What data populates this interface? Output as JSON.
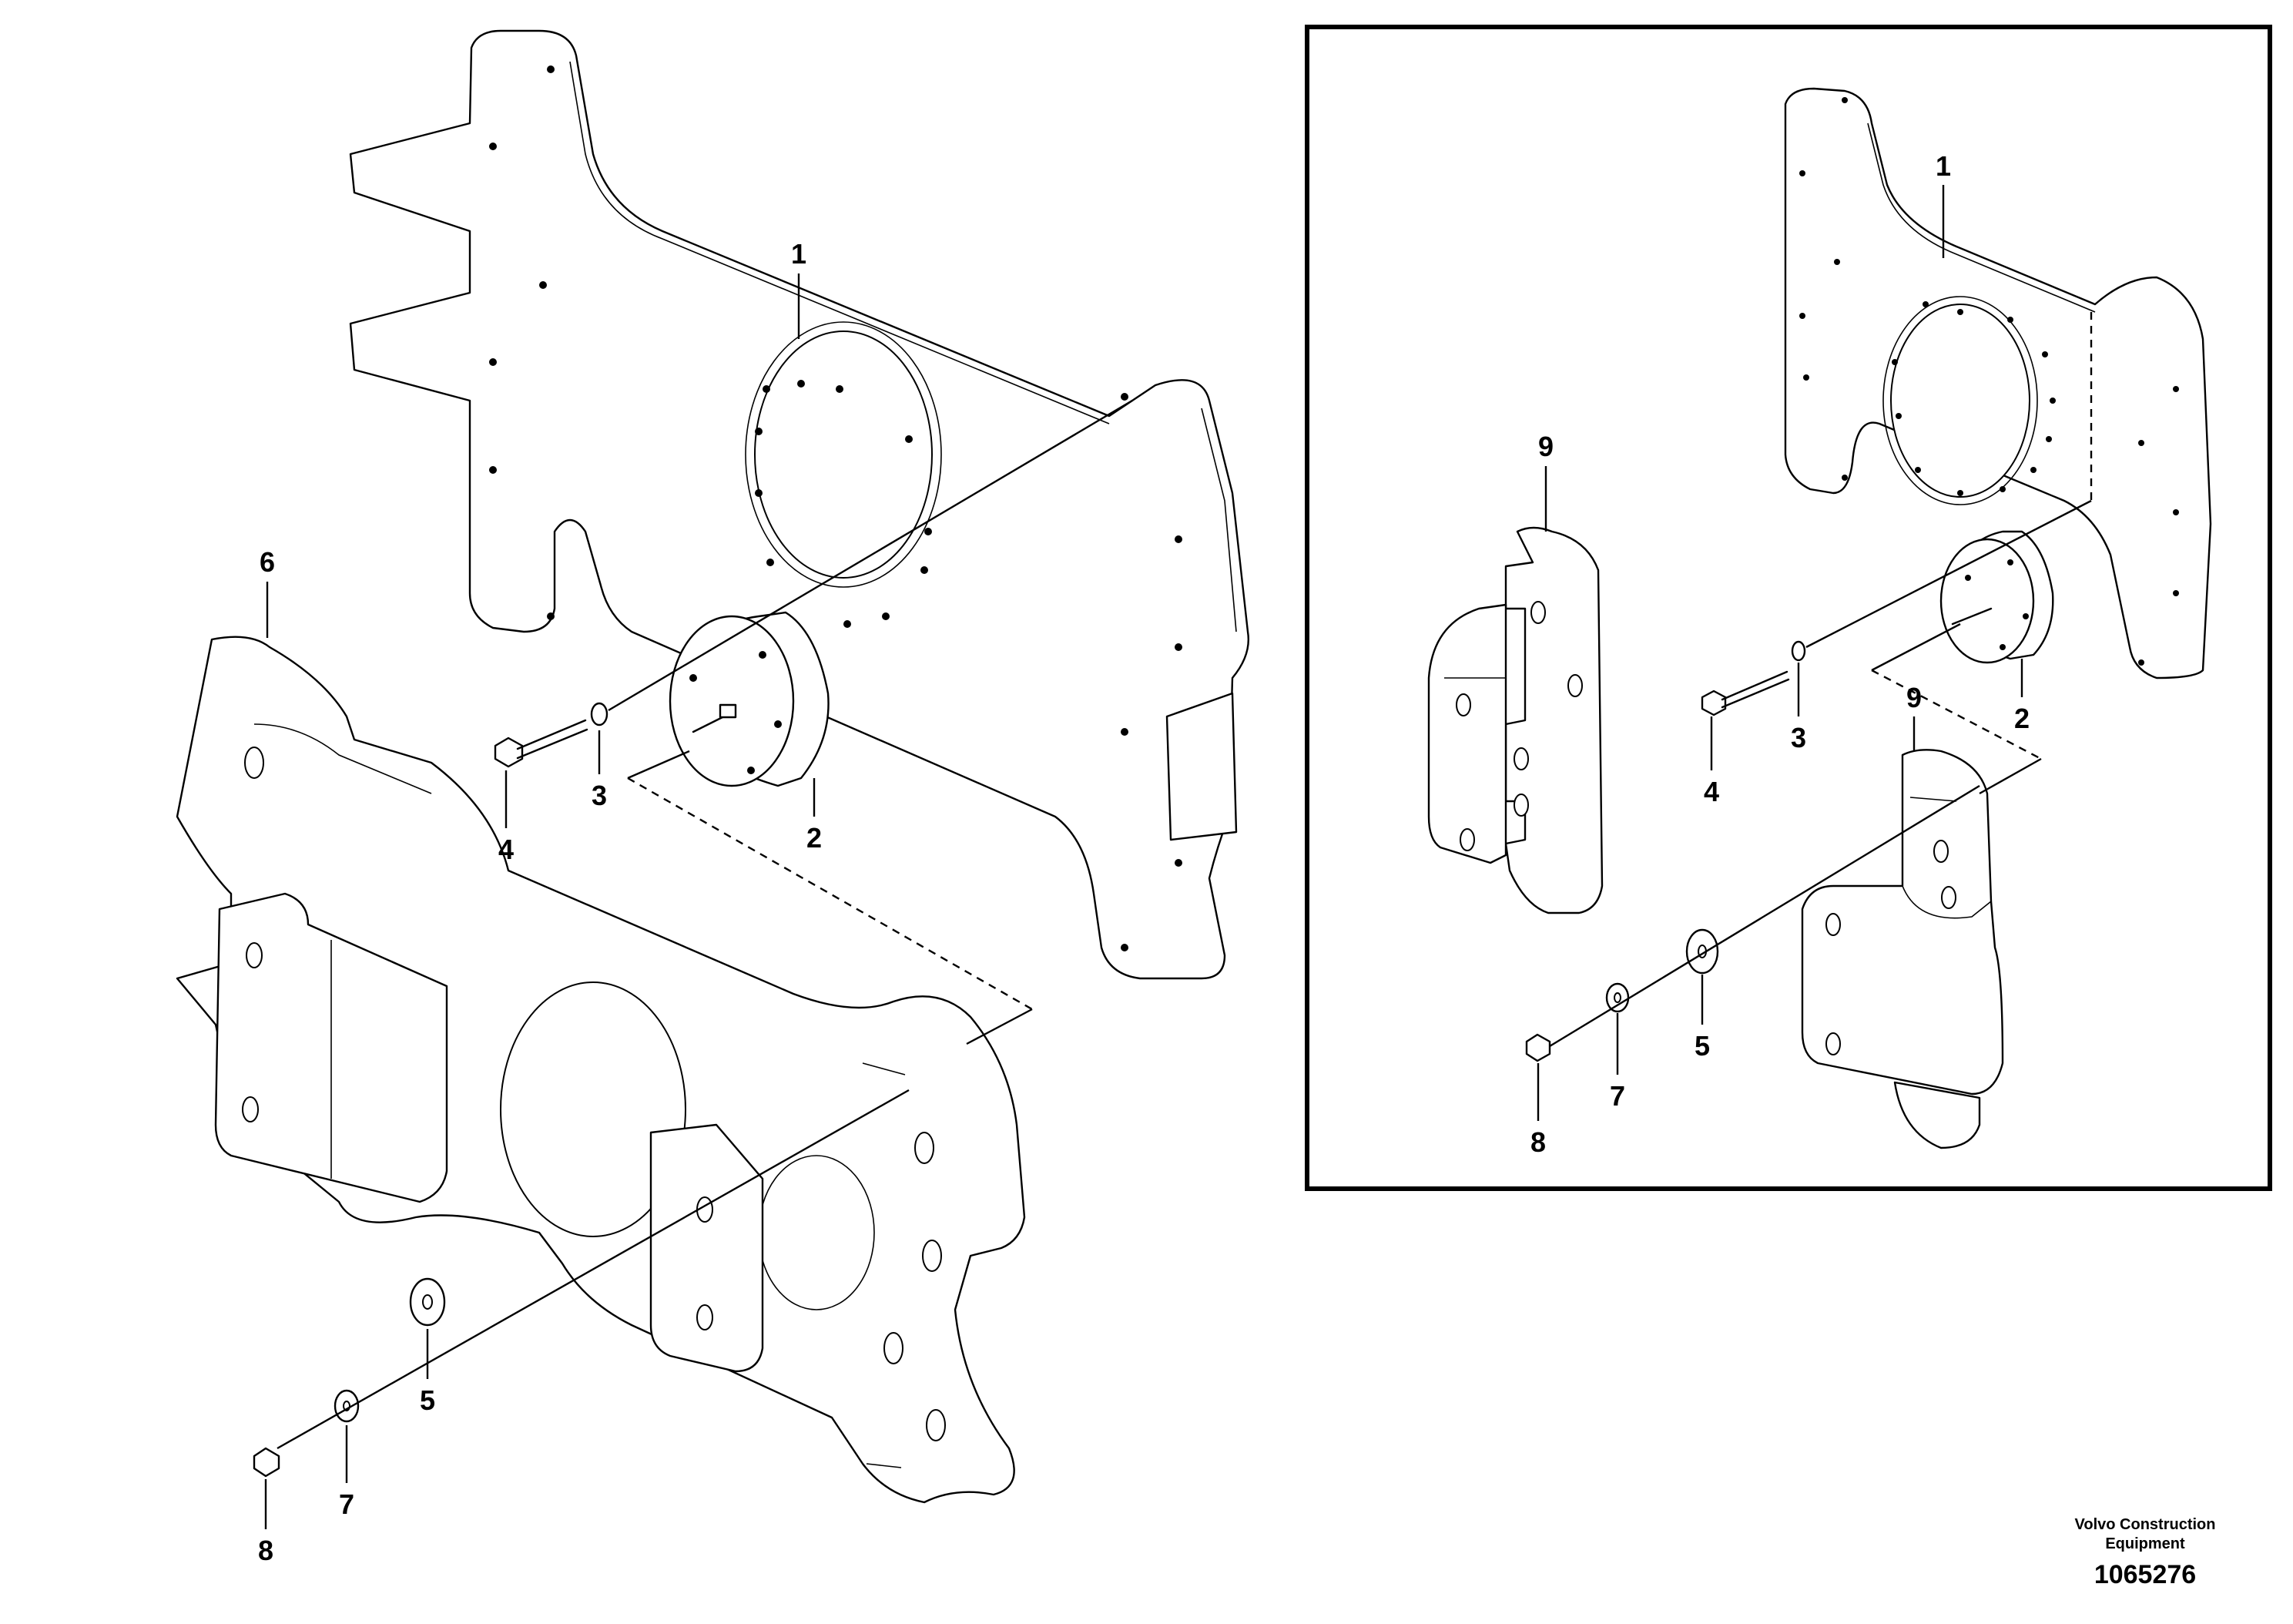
{
  "main_view": {
    "labels": {
      "part_1": "1",
      "part_2": "2",
      "part_3": "3",
      "part_4": "4",
      "part_5": "5",
      "part_6": "6",
      "part_7": "7",
      "part_8": "8"
    }
  },
  "inset_view": {
    "labels": {
      "part_1": "1",
      "part_2": "2",
      "part_3": "3",
      "part_4": "4",
      "part_5": "5",
      "part_7": "7",
      "part_8": "8",
      "part_9_left": "9",
      "part_9_right": "9"
    }
  },
  "footer": {
    "brand_line1": "Volvo Construction",
    "brand_line2": "Equipment",
    "figure_number": "1065276"
  }
}
